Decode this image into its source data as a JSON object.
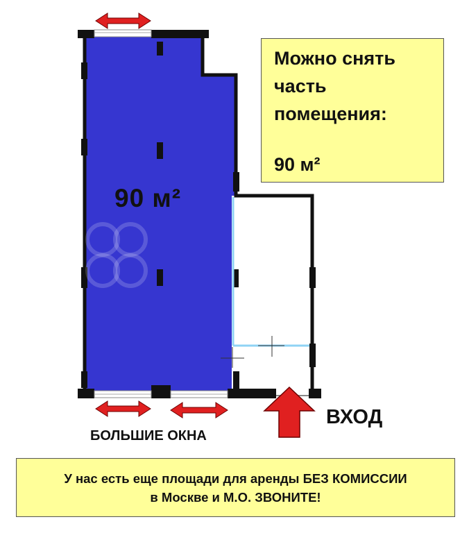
{
  "notice": {
    "line1": "Можно снять",
    "line2": "часть",
    "line3": "помещения:",
    "area": "90  м²"
  },
  "plan": {
    "area_label": "90  м²",
    "entrance_label": "ВХОД",
    "windows_label": "БОЛЬШИЕ ОКНА"
  },
  "info": {
    "line1": "У нас есть еще площади для аренды БЕЗ КОМИССИИ",
    "line2": "в Москве и М.О. ЗВОНИТЕ!"
  },
  "colors": {
    "room_fill": "#3636d0",
    "wall": "#111111",
    "arrow": "#e02020",
    "partition": "#8fd3f4",
    "note_bg": "#ffff99"
  }
}
